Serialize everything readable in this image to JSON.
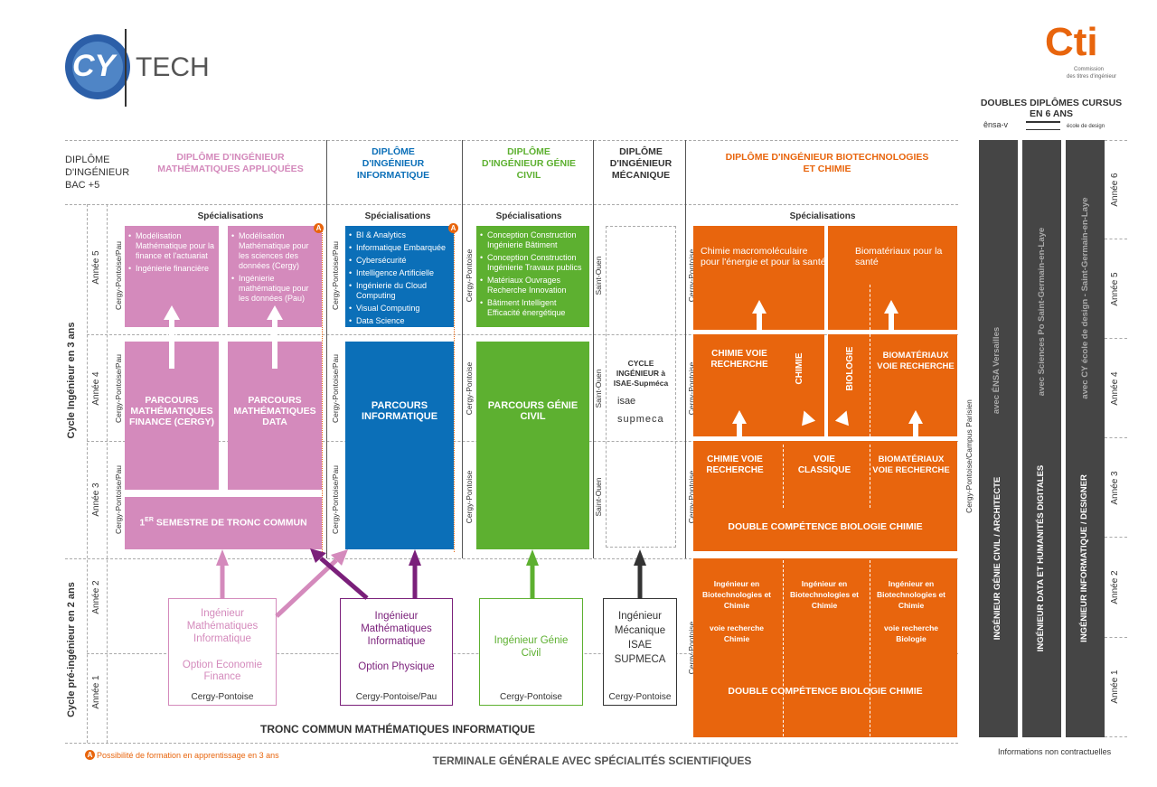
{
  "header": {
    "logo_cy": "CY",
    "logo_tech": "TECH",
    "cti_logo": "Cti",
    "cti_sub1": "Commission",
    "cti_sub2": "des titres d'ingénieur"
  },
  "columns": {
    "diplome_bac5": "DIPLÔME D'INGÉNIEUR BAC +5",
    "maths": "DIPLÔME D'INGÉNIEUR MATHÉMATIQUES APPLIQUÉES",
    "info": "DIPLÔME D'INGÉNIEUR INFORMATIQUE",
    "gc": "DIPLÔME D'INGÉNIEUR GÉNIE CIVIL",
    "meca": "DIPLÔME D'INGÉNIEUR MÉCANIQUE",
    "bio": "DIPLÔME D'INGÉNIEUR BIOTECHNOLOGIES ET CHIMIE",
    "doubles": "DOUBLES DIPLÔMES CURSUS EN 6 ANS"
  },
  "partner_logos": {
    "ensa": "ênsa-v",
    "cy_design": "école de design"
  },
  "cycles": {
    "ingenieur": "Cycle Ingénieur en 3 ans",
    "pre": "Cycle pré-ingénieur en 2 ans"
  },
  "years": {
    "a5": "Année 5",
    "a4": "Année 4",
    "a3": "Année 3",
    "a2": "Année 2",
    "a1": "Année 1"
  },
  "campuses": {
    "cergy_pau": "Cergy-Pontoise/Pau",
    "cergy": "Cergy-Pontoise",
    "saint_ouen": "Saint-Ouen",
    "cergy_paris": "Cergy-Pontoise/Campus Parisien"
  },
  "spec_label": "Spécialisations",
  "maths": {
    "spec1": [
      "Modélisation Mathématique pour la finance et l'actuariat",
      "Ingénierie financière"
    ],
    "spec2": [
      "Modélisation Mathématique pour les sciences des données (Cergy)",
      "Ingénierie mathématique pour les données (Pau)"
    ],
    "parcours1": "PARCOURS MATHÉMATIQUES FINANCE (CERGY)",
    "parcours2": "PARCOURS MATHÉMATIQUES DATA",
    "tronc_sup": "ER",
    "tronc_pre": "1",
    "tronc": "SEMESTRE DE TRONC COMMUN"
  },
  "info": {
    "spec": [
      "BI & Analytics",
      "Informatique Embarquée",
      "Cybersécurité",
      "Intelligence Artificielle",
      "Ingénierie du Cloud Computing",
      "Visual Computing",
      "Data Science"
    ],
    "parcours": "PARCOURS INFORMATIQUE"
  },
  "gc": {
    "spec": [
      "Conception Construction Ingénierie Bâtiment",
      "Conception Construction Ingénierie Travaux publics",
      "Matériaux Ouvrages Recherche Innovation",
      "Bâtiment Intelligent Efficacité énergétique"
    ],
    "parcours": "PARCOURS GÉNIE CIVIL"
  },
  "meca": {
    "cycle": "CYCLE INGÉNIEUR à ISAE-Supméca",
    "logo1": "isae",
    "logo2": "supmeca"
  },
  "bio": {
    "spec1": "Chimie macromoléculaire pour l'énergie et pour la santé",
    "spec2": "Biomatériaux pour la santé",
    "a4_chimie_voie": "CHIMIE VOIE RECHERCHE",
    "a4_chimie": "CHIMIE",
    "a4_biologie": "BIOLOGIE",
    "a4_biomat": "BIOMATÉRIAUX VOIE RECHERCHE",
    "a3_chimie": "CHIMIE VOIE RECHERCHE",
    "a3_classique": "VOIE CLASSIQUE",
    "a3_biomat": "BIOMATÉRIAUX VOIE RECHERCHE",
    "double_comp": "DOUBLE COMPÉTENCE BIOLOGIE CHIMIE",
    "pre1": "Ingénieur en Biotechnologies et Chimie",
    "pre1b": "voie recherche Chimie",
    "pre2": "Ingénieur en Biotechnologies et Chimie",
    "pre3": "Ingénieur en Biotechnologies et Chimie",
    "pre3b": "voie recherche Biologie",
    "double_comp2": "DOUBLE COMPÉTENCE BIOLOGIE CHIMIE"
  },
  "pre_boxes": {
    "maths_title": "Ingénieur Mathématiques Informatique",
    "maths_option": "Option Economie Finance",
    "maths_campus": "Cergy-Pontoise",
    "phys_title": "Ingénieur Mathématiques Informatique",
    "phys_option": "Option Physique",
    "phys_campus": "Cergy-Pontoise/Pau",
    "gc_title": "Ingénieur Génie Civil",
    "gc_campus": "Cergy-Pontoise",
    "meca_title": "Ingénieur Mécanique ISAE SUPMECA",
    "meca_campus": "Cergy-Pontoise"
  },
  "doubles": {
    "col1_top": "avec ÉNSA Versailles",
    "col1_bottom": "INGÉNIEUR GÉNIE CIVIL / ARCHITECTE",
    "col2_top": "avec Sciences Po Saint-Germain-en-Laye",
    "col2_bottom": "INGÉNIEUR DATA ET HUMANITÉS DIGITALES",
    "col3_top": "avec CY école de design - Saint-Germain-en-Laye",
    "col3_bottom": "INGÉNIEUR INFORMATIQUE / DESIGNER",
    "a6": "Année 6"
  },
  "footer": {
    "tronc": "TRONC COMMUN MATHÉMATIQUES INFORMATIQUE",
    "terminale": "TERMINALE GÉNÉRALE AVEC SPÉCIALITÉS SCIENTIFIQUES",
    "apprentissage_badge": "A",
    "apprentissage": "Possibilité de formation en apprentissage en 3 ans",
    "non_contractuelles": "Informations non contractuelles"
  },
  "colors": {
    "pink": "#d48abc",
    "blue": "#0b6fb8",
    "green": "#5db030",
    "orange": "#e8650d",
    "grey": "#454545",
    "purple": "#7a1f7a"
  }
}
